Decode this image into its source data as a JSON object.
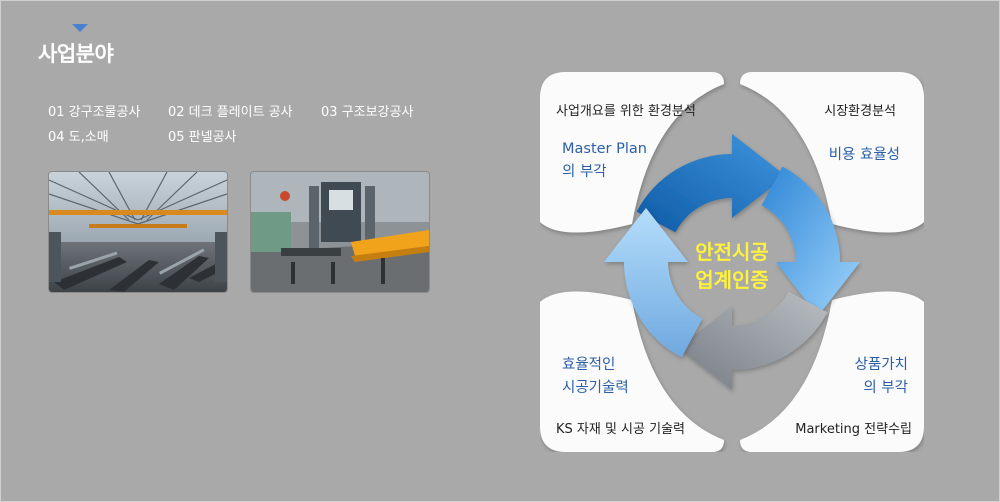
{
  "section": {
    "title": "사업분야"
  },
  "business_items": [
    "01 강구조물공사",
    "02 데크 플레이트 공사",
    "03 구조보강공사",
    "04 도,소매",
    "05 판넬공사"
  ],
  "cycle": {
    "center_line1": "안전시공",
    "center_line2": "업계인증",
    "top_left": {
      "heading": "사업개요를 위한 환경분석",
      "blue_line1": "Master Plan",
      "blue_line2": "의 부각"
    },
    "top_right": {
      "heading": "시장환경분석",
      "blue_line1": "비용 효율성"
    },
    "bottom_left": {
      "blue_line1": "효율적인",
      "blue_line2": "시공기술력",
      "footer": "KS 자재 및 시공 기술력"
    },
    "bottom_right": {
      "blue_line1": "상품가치",
      "blue_line2": "의 부각",
      "footer": "Marketing 전략수립"
    }
  },
  "colors": {
    "background": "#a9a9a9",
    "accent_triangle": "#4a7fd0",
    "center_text": "#fff23c",
    "blue_text": "#2c5fa8"
  },
  "icons": [
    "down-triangle-icon"
  ]
}
